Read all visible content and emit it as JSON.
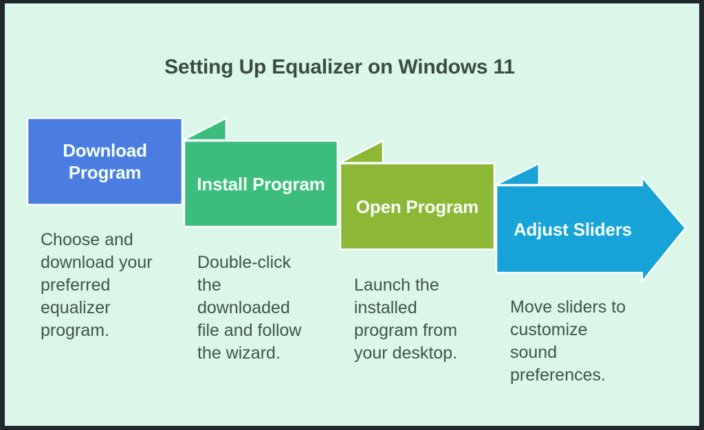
{
  "title": "Setting Up Equalizer on Windows 11",
  "colors": {
    "background": "#daf7e9",
    "frame": "#20262a",
    "title_text": "#3b4b43",
    "body_text": "#41534a",
    "label_text": "#f6fdf9",
    "step1": "#4b7de1",
    "step2": "#3dbd7d",
    "step3": "#8db835",
    "step4": "#18a3d8",
    "shape_outline": "#ffffff"
  },
  "steps": [
    {
      "label": "Download Program",
      "description": "Choose and\ndownload your\npreferred\nequalizer\nprogram."
    },
    {
      "label": "Install Program",
      "description": "Double-click\nthe\ndownloaded\nfile and follow\nthe wizard."
    },
    {
      "label": "Open Program",
      "description": "Launch the\ninstalled\nprogram from\nyour desktop."
    },
    {
      "label": "Adjust Sliders",
      "description": "Move sliders to\ncustomize\nsound\npreferences."
    }
  ]
}
